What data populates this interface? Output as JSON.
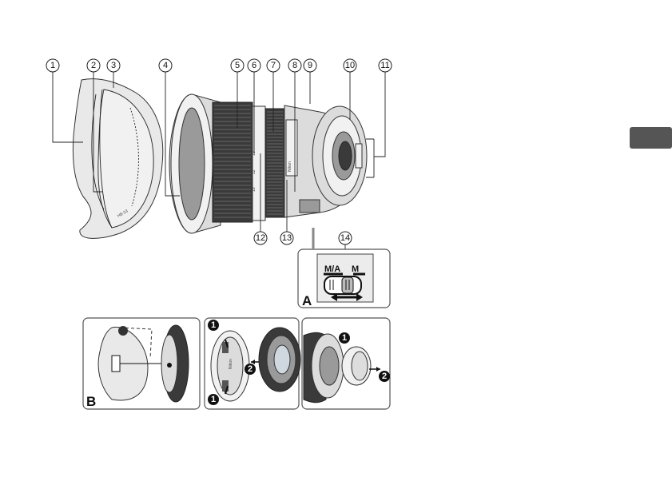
{
  "callouts": [
    "1",
    "2",
    "3",
    "4",
    "5",
    "6",
    "7",
    "8",
    "9",
    "10",
    "11",
    "12",
    "13",
    "14"
  ],
  "switch": {
    "left_label": "M/A",
    "right_label": "M"
  },
  "panels": {
    "a_letter": "A",
    "b_letter": "B"
  },
  "steps": {
    "one": "1",
    "two": "2"
  },
  "lens_markings": {
    "brand": "Nikon",
    "focal_a": "10",
    "focal_b": "12",
    "focal_c": "15"
  },
  "side_tab_color": "#555555"
}
